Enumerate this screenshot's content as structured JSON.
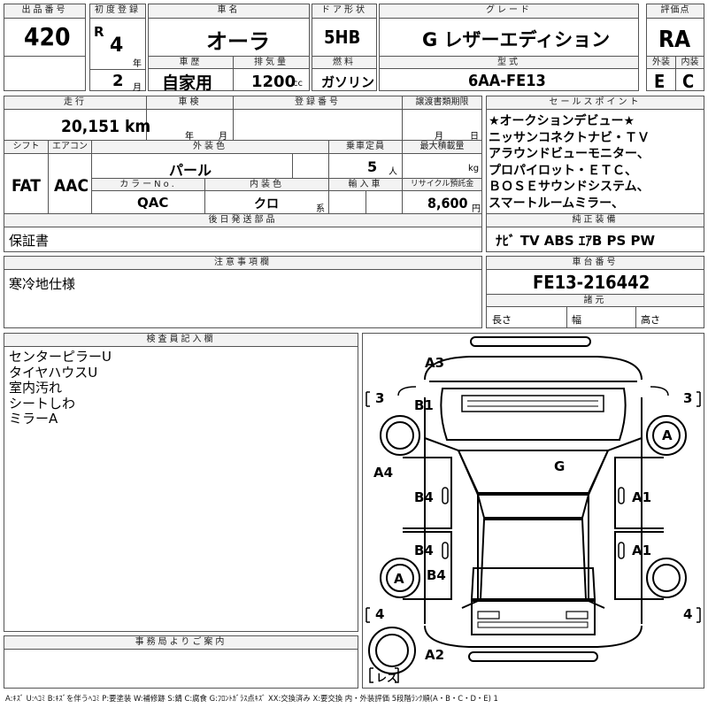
{
  "header": {
    "lot_no_label": "出品番号",
    "lot_no": "420",
    "first_reg_label": "初度登録",
    "era": "R",
    "year": "4",
    "year_unit": "年",
    "month": "2",
    "month_unit": "月",
    "car_name_label": "車名",
    "car_name": "オーラ",
    "door_label": "ドア形状",
    "door": "5HB",
    "grade_label": "グレード",
    "grade": "G レザーエディション",
    "score_label": "評価点",
    "score": "RA",
    "history_label": "車歴",
    "history": "自家用",
    "displacement_label": "排気量",
    "displacement": "1200",
    "displacement_unit": "cc",
    "fuel_label": "燃料",
    "fuel": "ガソリン",
    "model_label": "型式",
    "model": "6AA-FE13",
    "exterior_label": "外装",
    "exterior": "E",
    "interior_label": "内装",
    "interior": "C"
  },
  "row2": {
    "mileage_label": "走行",
    "mileage": "20,151",
    "mileage_unit": "km",
    "inspection_label": "車検",
    "inspection_year_unit": "年",
    "inspection_month_unit": "月",
    "reg_no_label": "登録番号",
    "transfer_label": "譲渡書類期限",
    "transfer_month_unit": "月",
    "transfer_day_unit": "日",
    "shift_label": "シフト",
    "shift": "FAT",
    "ac_label": "エアコン",
    "ac": "AAC",
    "color_label": "外装色",
    "color": "パール",
    "capacity_label": "乗車定員",
    "capacity": "5",
    "capacity_unit": "人",
    "load_label": "最大積載量",
    "load_unit": "kg",
    "color_no_label": "カラーNo.",
    "color_no": "QAC",
    "interior_color_label": "内装色",
    "interior_color": "クロ",
    "interior_color_unit": "系",
    "import_label": "輸入車",
    "recycle_label": "リサイクル預託金",
    "recycle": "8,600",
    "recycle_unit": "円"
  },
  "sales_points": {
    "label": "セールスポイント",
    "lines": [
      "★オークションデビュー★",
      "ニッサンコネクトナビ・ＴＶ",
      "アラウンドビューモニター、",
      "プロパイロット・ＥＴＣ、",
      "ＢＯＳＥサウンドシステム、",
      "スマートルームミラー、"
    ]
  },
  "later_items": {
    "label": "後日発送部品",
    "value": "保証書"
  },
  "equipment": {
    "label": "純正装備",
    "value": "ﾅﾋﾞ TV ABS ｴｱB PS PW"
  },
  "notes": {
    "label": "注意事項欄",
    "value": "寒冷地仕様"
  },
  "chassis": {
    "label": "車台番号",
    "value": "FE13-216442",
    "spec_label": "諸元",
    "length_label": "長さ",
    "width_label": "幅",
    "height_label": "高さ"
  },
  "inspector": {
    "label": "検査員記入欄",
    "lines": [
      "センターピラーU",
      "タイヤハウスU",
      "室内汚れ",
      "シートしわ",
      "ミラーA"
    ]
  },
  "office": {
    "label": "事務局よりご案内"
  },
  "diagram": {
    "marks": {
      "a3": "A3",
      "b1": "B1",
      "a_fr": "A",
      "g": "G",
      "a4": "A4",
      "b4_1": "B4",
      "a1_1": "A1",
      "b4_2": "B4",
      "a1_2": "A1",
      "a_rl": "A",
      "b4_3": "B4",
      "a2": "A2"
    },
    "tire_fl": "3",
    "tire_fr": "3",
    "tire_rl": "4",
    "tire_rr": "4",
    "spare": "レス"
  },
  "legend": "A:ｷｽﾞ U:ﾍｺﾐ B:ｷｽﾞを伴うﾍｺﾐ P:要塗装 W:補修跡 S:錆 C:腐食 G:ﾌﾛﾝﾄｶﾞﾗｽ点ｷｽﾞ XX:交換済み X:要交換 内・外装評価 5段階ﾗﾝｸ順(A・B・C・D・E) 1"
}
